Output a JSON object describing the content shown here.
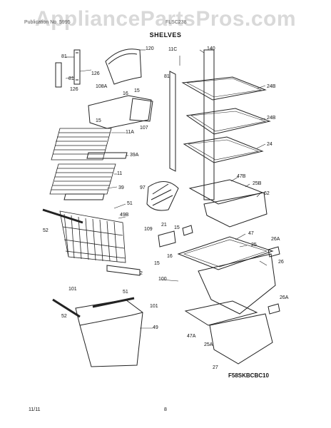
{
  "header": {
    "watermark": "AppliancePartsPros.com",
    "left_text": "Publication No. 5995",
    "mid_text": "FLSC238",
    "title": "SHELVES"
  },
  "figure_code": "F58SKBCBC10",
  "footer": {
    "date": "11/11",
    "page": "8"
  },
  "callouts": {
    "c81a": "81",
    "c81b": "81",
    "c126a": "126",
    "c126b": "126",
    "c120": "120",
    "c11c": "11C",
    "c140": "140",
    "c81c": "81",
    "c24b1": "24B",
    "c108a": "108A",
    "c16a": "16",
    "c15a": "15",
    "c15b": "15",
    "c107": "107",
    "c24b2": "24B",
    "c11a": "11A",
    "c24": "24",
    "c39a": "39A",
    "c11": "11",
    "c39": "39",
    "c97": "97",
    "c47b": "47B",
    "c25b": "25B",
    "c62": "62",
    "c51a": "51",
    "c49b": "49B",
    "c52a": "52",
    "c21": "21",
    "c109": "109",
    "c15c": "15",
    "c47": "47",
    "c26a1": "26A",
    "c16b": "16",
    "c25": "25",
    "c15d": "15",
    "c26": "26",
    "c2": "2",
    "c100": "100",
    "c101a": "101",
    "c51b": "51",
    "c101b": "101",
    "c26a2": "26A",
    "c52b": "52",
    "c49": "49",
    "c47a": "47A",
    "c25a": "25A",
    "c27": "27"
  }
}
